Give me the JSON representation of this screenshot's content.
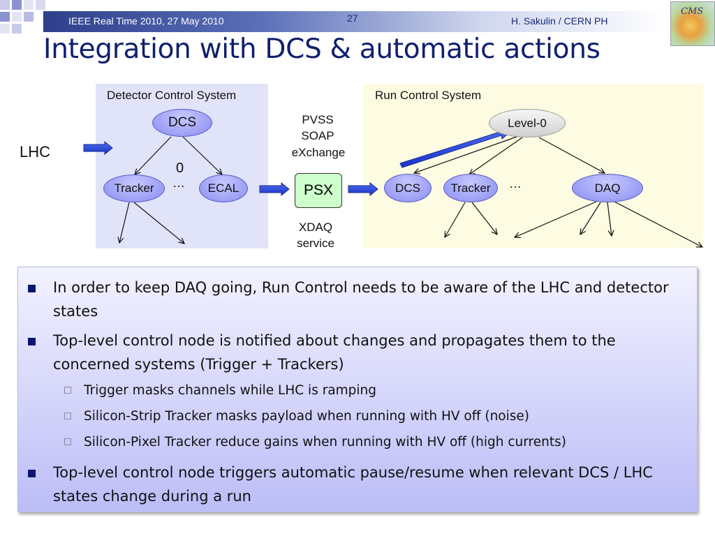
{
  "header": {
    "left": "IEEE Real Time 2010, 27 May 2010",
    "page": "27",
    "right": "H. Sakulin / CERN PH",
    "logo_text": "CMS"
  },
  "title": "Integration with DCS & automatic actions",
  "diagram": {
    "dcs_panel_label": "Detector Control System",
    "rcs_panel_label": "Run Control System",
    "lhc_label": "LHC",
    "nodes": {
      "dcs": "DCS",
      "dcs_tracker": "Tracker",
      "ecal": "ECAL",
      "level0": "Level-0",
      "rcs_dcs": "DCS",
      "rcs_tracker": "Tracker",
      "daq": "DAQ",
      "psx": "PSX"
    },
    "dcs_zero": "0",
    "ellipsis": "…",
    "pvss_lines": [
      "PVSS",
      "SOAP",
      "eXchange"
    ],
    "xdaq_lines": [
      "XDAQ",
      "service"
    ],
    "colors": {
      "dcs_panel": "#e1e4f8",
      "rcs_panel": "#fdfce3",
      "arrow": "#1f3fd6",
      "node_blue": "#8a8cf0",
      "psx_box": "#ccffcc",
      "title": "#0f1f6e"
    }
  },
  "bullets": [
    {
      "text": "In order to keep DAQ going, Run Control needs to be aware of the LHC and detector states",
      "sub": []
    },
    {
      "text": "Top-level control node is notified about changes and propagates them to the concerned systems (Trigger + Trackers)",
      "sub": [
        "Trigger masks channels while LHC is ramping",
        "Silicon-Strip Tracker masks payload when running with HV off (noise)",
        "Silicon-Pixel Tracker reduce gains when running with HV off (high currents)"
      ]
    },
    {
      "text": "Top-level control node triggers automatic pause/resume when relevant DCS / LHC states change during a run",
      "sub": []
    }
  ]
}
